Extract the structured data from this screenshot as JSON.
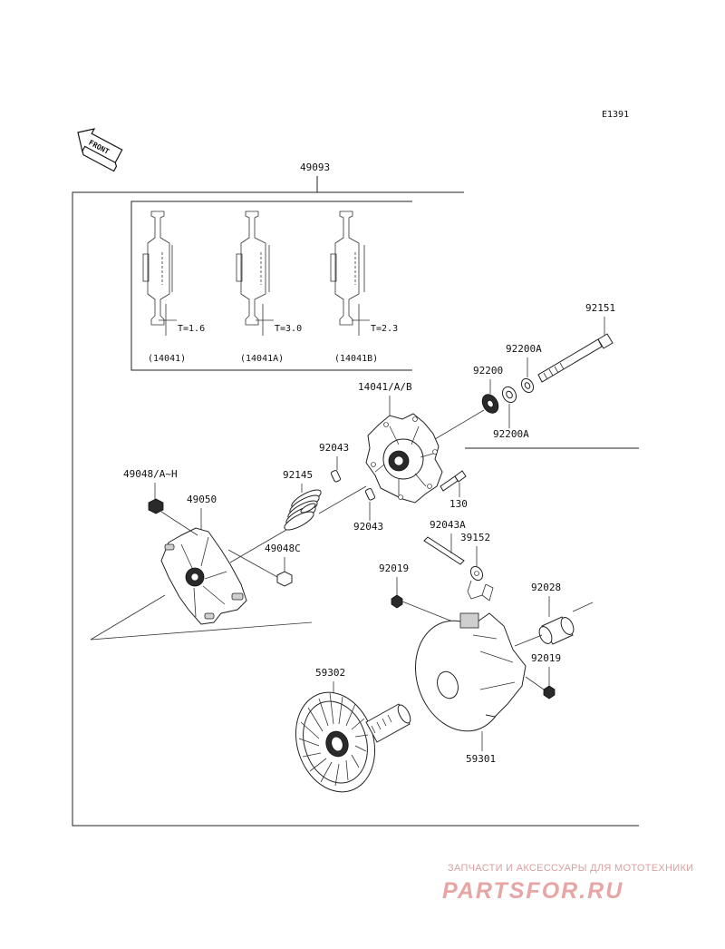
{
  "diagram_id": "E1391",
  "front_label": "FRONT",
  "assembly_number": "49093",
  "variants": [
    {
      "thickness": "T=1.6",
      "part": "(14041)"
    },
    {
      "thickness": "T=3.0",
      "part": "(14041A)"
    },
    {
      "thickness": "T=2.3",
      "part": "(14041B)"
    }
  ],
  "callouts": {
    "p92151": "92151",
    "p92200A_top": "92200A",
    "p92200": "92200",
    "p92200A_bottom": "92200A",
    "p14041AB": "14041/A/B",
    "p92043_top": "92043",
    "p92043_bottom": "92043",
    "p130": "130",
    "p49048AH": "49048/A~H",
    "p49050": "49050",
    "p92145": "92145",
    "p49048C": "49048C",
    "p92043A": "92043A",
    "p39152": "39152",
    "p92019_left": "92019",
    "p92028": "92028",
    "p92019_right": "92019",
    "p59302": "59302",
    "p59301": "59301"
  },
  "watermark": {
    "tagline": "ЗАПЧАСТИ И АКСЕССУАРЫ ДЛЯ МОТОТЕХНИКИ",
    "brand": "PARTSFOR.RU"
  }
}
